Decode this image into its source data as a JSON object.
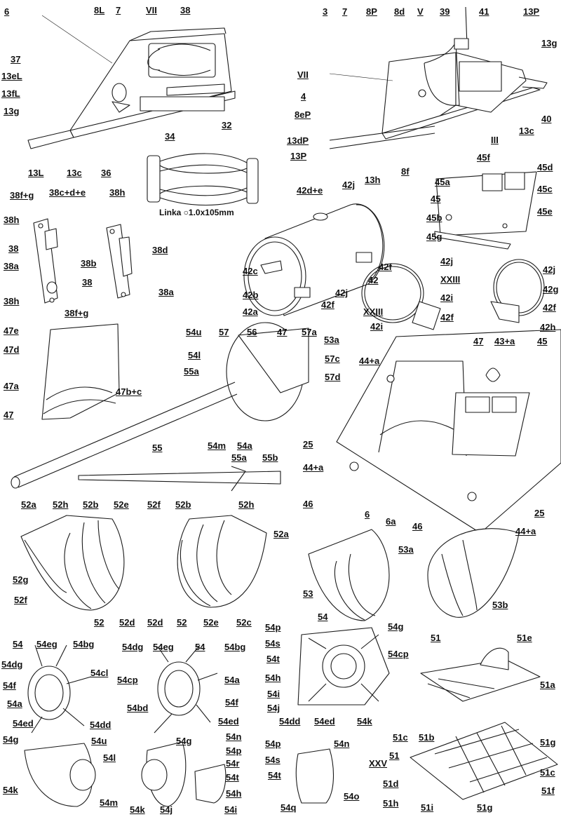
{
  "caption": "Linka ○1.0x105mm",
  "labels": {
    "l6": "6",
    "l8L": "8L",
    "l7a": "7",
    "lVIIa": "VII",
    "l38a": "38",
    "l37": "37",
    "l13eL": "13eL",
    "l13fL": "13fL",
    "l13ga": "13g",
    "l13L": "13L",
    "l13ca": "13c",
    "l36": "36",
    "l34": "34",
    "l32": "32",
    "l3": "3",
    "l7b": "7",
    "l8P": "8P",
    "l8d": "8d",
    "lV": "V",
    "l39": "39",
    "l41": "41",
    "l13Pa": "13P",
    "l13gb": "13g",
    "lVIIb": "VII",
    "l4": "4",
    "l8eP": "8eP",
    "l40": "40",
    "l13cb": "13c",
    "lIII": "III",
    "l13dP": "13dP",
    "l13Pb": "13P",
    "l13h": "13h",
    "l8f": "8f",
    "l38fg1": "38f+g",
    "l38cde": "38c+d+e",
    "l38h1": "38h",
    "l38b1": "38",
    "l38a1": "38a",
    "l38h2": "38h",
    "l38fg2": "38f+g",
    "l38h3": "38h",
    "l38b": "38b",
    "l38d": "38d",
    "l38b2": "38",
    "l38a2": "38a",
    "l42de": "42d+e",
    "l42j1": "42j",
    "l42c": "42c",
    "l42b": "42b",
    "l42a": "42a",
    "l42f1": "42f",
    "l42j2": "42j",
    "l42": "42",
    "l42f2": "42f",
    "l45f": "45f",
    "l45d": "45d",
    "l45a": "45a",
    "l45c": "45c",
    "l45": "45",
    "l45e": "45e",
    "l45b": "45b",
    "l45g": "45g",
    "l42j3": "42j",
    "lXXIIIa": "XXIII",
    "l42i1": "42i",
    "lXXIIIb": "XXIII",
    "l42f3": "42f",
    "l42i2": "42i",
    "l42j4": "42j",
    "l42g": "42g",
    "l42f4": "42f",
    "l42h": "42h",
    "l47e": "47e",
    "l47d": "47d",
    "l47a": "47a",
    "l47bc": "47b+c",
    "l47a2": "47",
    "l54u1": "54u",
    "l57": "57",
    "l56": "56",
    "l47b": "47",
    "l57a": "57a",
    "l53a1": "53a",
    "l54l1": "54l",
    "l57c": "57c",
    "l55a1": "55a",
    "l57d": "57d",
    "l54m1": "54m",
    "l54a1": "54a",
    "l55": "55",
    "l55a2": "55a",
    "l55b": "55b",
    "l44a1": "44+a",
    "l47c": "47",
    "l43a": "43+a",
    "l45h": "45",
    "l25a": "25",
    "l44a2": "44+a",
    "l46a": "46",
    "l6b": "6",
    "l6a": "6a",
    "l46b": "46",
    "l25b": "25",
    "l44a3": "44+a",
    "l52a1": "52a",
    "l52h1": "52h",
    "l52b1": "52b",
    "l52e1": "52e",
    "l52g": "52g",
    "l52f1": "52f",
    "l52_1": "52",
    "l52d1": "52d",
    "l52f2": "52f",
    "l52b2": "52b",
    "l52h2": "52h",
    "l52a2": "52a",
    "l52d2": "52d",
    "l52_2": "52",
    "l52e2": "52e",
    "l52c": "52c",
    "l53a2": "53a",
    "l53": "53",
    "l53b": "53b",
    "l54p1": "54p",
    "l54b": "54",
    "l54g1": "54g",
    "l54s1": "54s",
    "l54t1": "54t",
    "l54cp1": "54cp",
    "l54h1": "54h",
    "l54i1": "54i",
    "l54j1": "54j",
    "l54dd1": "54dd",
    "l54ed1": "54ed",
    "l54k1": "54k",
    "l51a": "51",
    "l51e": "51e",
    "l51aa": "51a",
    "l54c": "54",
    "l54eg1": "54eg",
    "l54bg1": "54bg",
    "l54dg1": "54dg",
    "l54cl": "54cl",
    "l54f1": "54f",
    "l54a2": "54a",
    "l54ed2": "54ed",
    "l54dd2": "54dd",
    "l54dg2": "54dg",
    "l54eg2": "54eg",
    "l54d": "54",
    "l54bg2": "54bg",
    "l54cp2": "54cp",
    "l54a3": "54a",
    "l54bd": "54bd",
    "l54f2": "54f",
    "l54ed3": "54ed",
    "l51c1": "51c",
    "l51b": "51b",
    "l51g1": "51g",
    "l51": "51",
    "lXXV": "XXV",
    "l51c2": "51c",
    "l51d": "51d",
    "l51f": "51f",
    "l51h": "51h",
    "l51i": "51i",
    "l51g2": "51g",
    "l54g2": "54g",
    "l54u2": "54u",
    "l54g3": "54g",
    "l54n1": "54n",
    "l54l2": "54l",
    "l54p2": "54p",
    "l54r": "54r",
    "l54t2": "54t",
    "l54k2": "54k",
    "l54m2": "54m",
    "l54h2": "54h",
    "l54k3": "54k",
    "l54j2": "54j",
    "l54i2": "54i",
    "l54p3": "54p",
    "l54n2": "54n",
    "l54s2": "54s",
    "l54t3": "54t",
    "l54o": "54o",
    "l54q": "54q"
  }
}
